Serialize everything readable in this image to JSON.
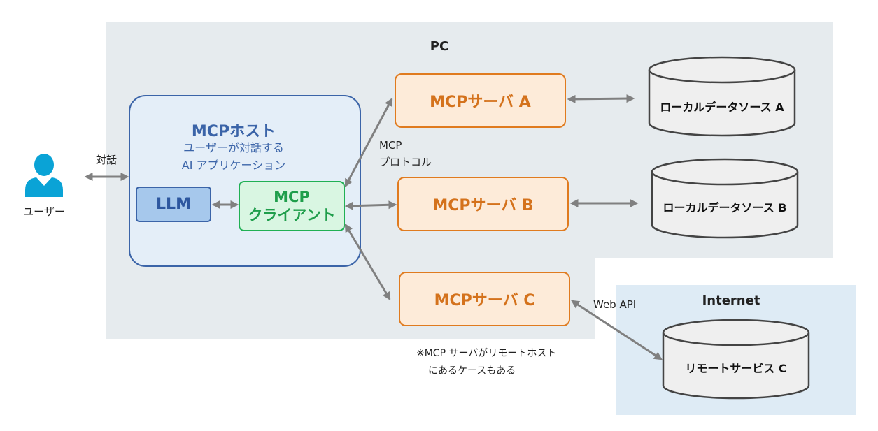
{
  "regions": {
    "pc": "PC",
    "internet": "Internet"
  },
  "user": {
    "label": "ユーザー",
    "dialog_label": "対話"
  },
  "host": {
    "title": "MCPホスト",
    "subtitle_line1": "ユーザーが対話する",
    "subtitle_line2": "AI アプリケーション",
    "llm": "LLM",
    "client_line1": "MCP",
    "client_line2": "クライアント"
  },
  "protocol_label_line1": "MCP",
  "protocol_label_line2": "プロトコル",
  "servers": {
    "a": "MCPサーバ A",
    "b": "MCPサーバ B",
    "c": "MCPサーバ C"
  },
  "datasources": {
    "a": "ローカルデータソース A",
    "b": "ローカルデータソース B",
    "c": "リモートサービス C"
  },
  "web_api_label": "Web API",
  "note_line1": "※MCP サーバがリモートホスト",
  "note_line2": "にあるケースもある",
  "colors": {
    "host": "#3b64a8",
    "client": "#20b054",
    "server": "#e07b1f",
    "user_icon": "#0aa3d6",
    "arrow": "#808080"
  }
}
